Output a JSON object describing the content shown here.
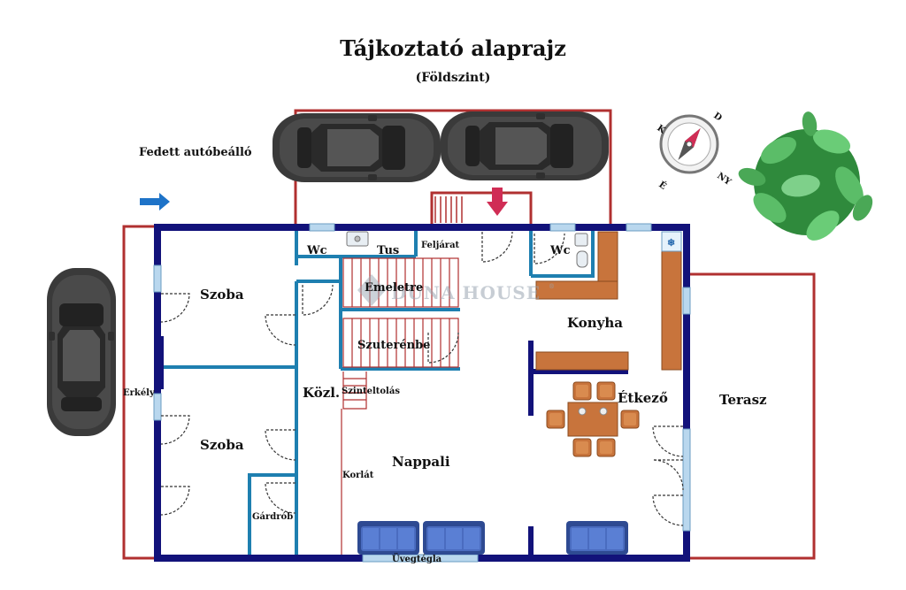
{
  "title": "Tájkoztató alaprajz",
  "subtitle": "(Földszint)",
  "watermark": "DUNA HOUSE",
  "watermark_mark": "®",
  "rooms": {
    "carport": "Fedett autóbeálló",
    "wc1": "Wc",
    "tus": "Tus",
    "feljarat": "Feljárat",
    "wc2": "Wc",
    "szoba1": "Szoba",
    "emeletre": "Emeletre",
    "szuterenbe": "Szuterénbe",
    "konyha": "Konyha",
    "erkely": "Erkély",
    "kozl": "Közl.",
    "szinteltolas": "Szinteltolás",
    "etkezo": "Étkező",
    "terasz": "Terasz",
    "szoba2": "Szoba",
    "nappali": "Nappali",
    "korlat": "Korlát",
    "gardrob": "Gárdrób",
    "uvegtegla": "Üvegtégla"
  },
  "compass": {
    "labels": [
      "D",
      "K",
      "É",
      "NY"
    ]
  },
  "colors": {
    "outer_wall": "#12127a",
    "inner_wall": "#1e7fb0",
    "terrace_line": "#b03030",
    "furniture": "#c8743c",
    "sofa": "#3a5aa6",
    "car": "#3c3c3c",
    "plant": "#3fa34d",
    "arrow_blue": "#1e73c8",
    "arrow_red": "#d02d55"
  },
  "icons": [
    "car-icon",
    "compass-icon",
    "plant-icon",
    "entrance-arrow-icon",
    "direction-arrow-icon"
  ]
}
